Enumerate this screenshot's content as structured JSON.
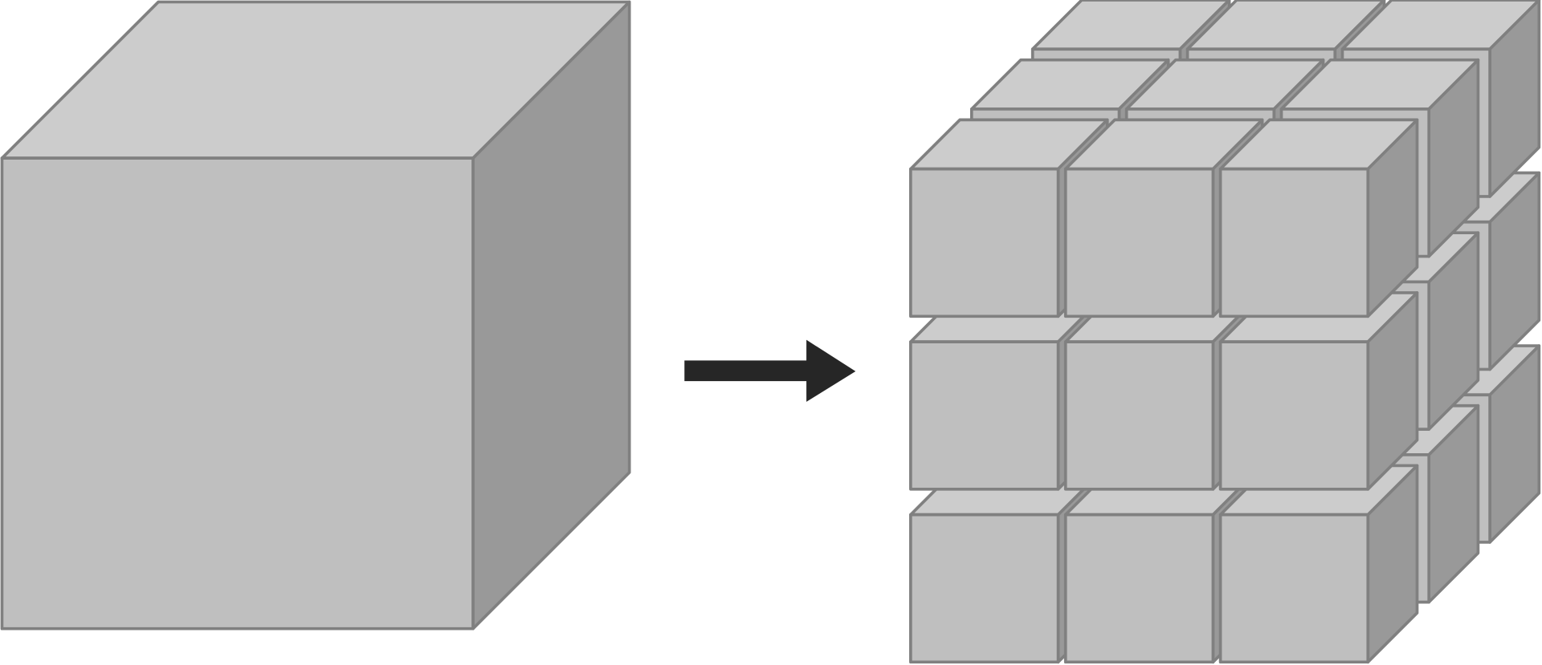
{
  "diagram": {
    "colors": {
      "front_face": "#bfbfbf",
      "top_face": "#cccccc",
      "side_face": "#999999",
      "edge": "#808080",
      "arrow": "#262626"
    },
    "left_shape": "single-large-cube",
    "arrow_direction": "right",
    "right_shape": {
      "type": "cube-grid",
      "columns": 3,
      "rows": 3,
      "layers": 3
    }
  }
}
